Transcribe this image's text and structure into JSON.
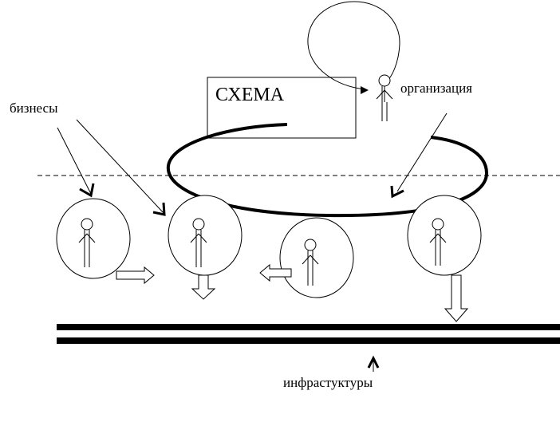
{
  "labels": {
    "schema_box": "СХЕМА",
    "organization": "организация",
    "businesses": "бизнесы",
    "infrastructures": "инфрастуктуры"
  },
  "colors": {
    "ink": "#000000",
    "background": "#ffffff"
  }
}
